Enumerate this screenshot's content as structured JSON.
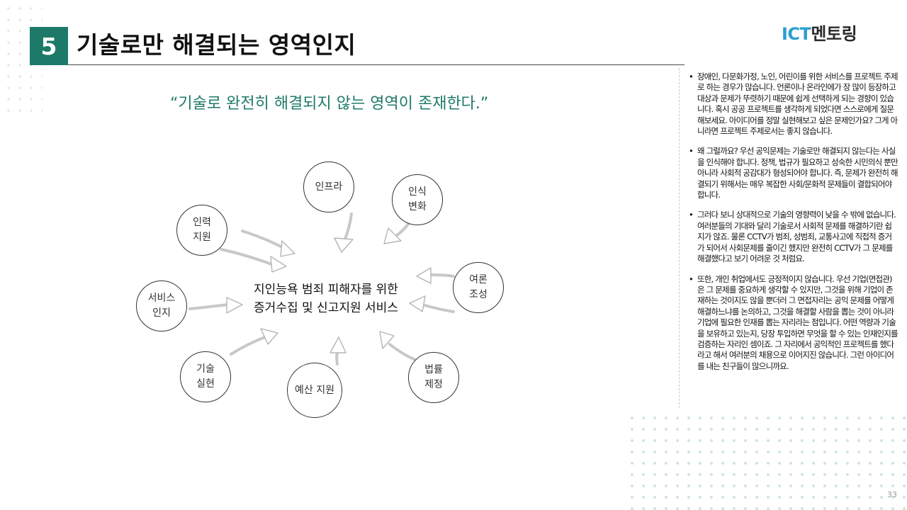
{
  "slide": {
    "number": "5",
    "title": "기술로만 해결되는 영역인지",
    "quote": "“기술로 완전히 해결되지 않는 영역이 존재한다.”",
    "page_number": "33"
  },
  "logo": {
    "part1": "ICT",
    "part2": "멘토링"
  },
  "diagram": {
    "center": "지인능욕 범죄 피해자를 위한\n증거수집 및 신고지원 서비스",
    "nodes": [
      {
        "id": "infra",
        "label": "인프라"
      },
      {
        "id": "perception",
        "label": "인식\n변화"
      },
      {
        "id": "manpower",
        "label": "인력\n지원"
      },
      {
        "id": "opinion",
        "label": "여론\n조성"
      },
      {
        "id": "service",
        "label": "서비스\n인지"
      },
      {
        "id": "tech",
        "label": "기술\n실현"
      },
      {
        "id": "budget",
        "label": "예산 지원"
      },
      {
        "id": "law",
        "label": "법률\n제정"
      }
    ]
  },
  "notes": [
    "장애인, 다문화가정, 노인, 어린이를 위한 서비스를 프로젝트 주제로 하는 경우가 많습니다. 언론이나 온라인에가 장 많이 등장하고 대상과 문제가 뚜렷하기 때문에 쉽게 선택하게 되는 경향이 있습니다. 혹시 공공 프로젝트를 생각하게 되었다면 스스로에게 질문해보세요. 아이디어를 정말 실현해보고 싶은 문제인가요? 그게 아니라면 프로젝트 주제로서는 좋지 않습니다.",
    "왜 그럴까요? 우선 공익문제는 기술로만 해결되지 않는다는 사실을 인식해야 합니다. 정책, 법규가 필요하고 성숙한 시민의식 뿐만 아니라 사회적 공감대가 형성되어야 합니다. 즉, 문제가 완전히 해결되기 위해서는 매우 복잡한 사회/문화적 문제들이 결합되어야 합니다.",
    "그러다 보니 상대적으로 기술의 영향력이 낮을 수 밖에 없습니다. 여러분들의 기대와 달리 기술로서 사회적 문제를 해결하기란 쉽지가 않죠. 물론 CCTV가 범죄, 성범죄, 교통사고에 직접적 증거가 되어서 사회문제를 줄이긴 했지만 완전히 CCTV가 그 문제를 해결했다고 보기 어려운 것 처럼요.",
    "또한, 개인 취업에서도 긍정적이지 않습니다. 우선 기업(면접관)은 그 문제를 중요하게 생각할 수 있지만, 그것을 위해 기업이 존재하는 것이지도 않을 뿐더러 그 면접자리는 공익 문제를 어떻게 해결하느냐를 논의하고, 그것을 해결할 사람을 뽑는 것이 아니라 기업에 필요한 인재를 뽑는 자리라는 점입니다. 어떤 역량과 기술을 보유하고 있는지, 당장 투입하면 무엇을 할 수 있는 인재인지를 검증하는 자리인 셈이죠. 그 자리에서 공익적인 프로젝트를 했다라고 해서 여러분의 채용으로 이어지진 않습니다. 그런 아이디어를 내는 친구들이 많으니까요."
  ],
  "colors": {
    "accent": "#1e7a68",
    "logo_ict": "#2b9fcf",
    "arrow": "#c8c8c8"
  }
}
